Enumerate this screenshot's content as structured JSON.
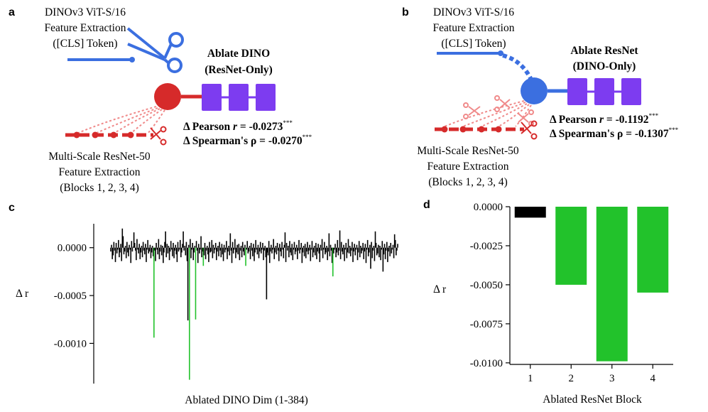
{
  "panels": {
    "a": "a",
    "b": "b",
    "c": "c",
    "d": "d"
  },
  "diagram_a": {
    "dino_line1": "DINOv3 ViT-S/16",
    "dino_line2": "Feature Extraction",
    "dino_line3": "([CLS] Token)",
    "ablate_line1": "Ablate DINO",
    "ablate_line2": "(ResNet-Only)",
    "pearson_prefix": "Δ Pearson ",
    "pearson_r": "r",
    "pearson_value": " = -0.0273",
    "pearson_sig": "***",
    "spearman_text": "Δ Spearman's ρ = -0.0270",
    "spearman_sig": "***",
    "resnet_line1": "Multi-Scale ResNet-50",
    "resnet_line2": "Feature Extraction",
    "resnet_line3": "(Blocks 1, 2, 3, 4)"
  },
  "diagram_b": {
    "dino_line1": "DINOv3 ViT-S/16",
    "dino_line2": "Feature Extraction",
    "dino_line3": "([CLS] Token)",
    "ablate_line1": "Ablate ResNet",
    "ablate_line2": "(DINO-Only)",
    "pearson_prefix": "Δ Pearson ",
    "pearson_r": "r",
    "pearson_value": " = -0.1192",
    "pearson_sig": "***",
    "spearman_text": "Δ Spearman's ρ = -0.1307",
    "spearman_sig": "***",
    "resnet_line1": "Multi-Scale ResNet-50",
    "resnet_line2": "Feature Extraction",
    "resnet_line3": "(Blocks 1, 2, 3, 4)"
  },
  "colors": {
    "dino_blue": "#3b6fe0",
    "resnet_red": "#d62a2a",
    "resnet_light": "#f08a8a",
    "purple": "#7d3cf0",
    "green": "#22c22b",
    "black": "#000000"
  },
  "chart_data": [
    {
      "panel": "c",
      "type": "bar",
      "xlabel": "Ablated DINO Dim (1-384)",
      "ylabel": "Δ r",
      "ylim": [
        -0.00142,
        0.00025
      ],
      "yticks": [
        0.0,
        -0.0005,
        -0.001
      ],
      "ytick_labels": [
        "0.0000",
        "-0.0005",
        "-0.0010"
      ],
      "x_range": [
        1,
        384
      ],
      "series": [
        {
          "color": "#000000",
          "values": [
            -4e-05,
            3e-05,
            -0.00012,
            -8e-05,
            6e-05,
            -3e-05,
            -0.00015,
            5e-05,
            -6e-05,
            -2e-05,
            8e-05,
            -0.0001,
            -5e-05,
            4e-05,
            -0.00014,
            -3e-05,
            0.00012,
            -7e-05,
            -4e-05,
            2e-05,
            -0.00011,
            6e-05,
            -5e-05,
            -9e-05,
            3e-05,
            -2e-05,
            -0.00016,
            7e-05,
            -4e-05,
            1e-05,
            -8e-05,
            5e-05,
            -3e-05,
            -0.00013,
            9e-05,
            -2e-05,
            -6e-05,
            4e-05,
            -0.00012,
            -5e-05,
            2e-05,
            -0.0001,
            6e-05,
            -3e-05,
            -7e-05,
            4e-05,
            -0.00015,
            -2e-05,
            8e-05,
            -6e-05,
            -4e-05,
            3e-05,
            -0.00011,
            -5e-05,
            2e-05,
            -9e-05,
            6e-05,
            -3e-05,
            -0.00014,
            5e-05,
            -2e-05,
            -7e-05,
            9e-05,
            -0.00012,
            -4e-05,
            3e-05,
            -8e-05,
            2e-05,
            -0.00016,
            -5e-05,
            6e-05,
            -3e-05,
            -0.0001,
            4e-05,
            -6e-05,
            2e-05,
            -0.00013,
            -4e-05,
            7e-05,
            -2e-05,
            -9e-05,
            5e-05,
            -0.00011,
            -3e-05,
            3e-05,
            -7e-05,
            -0.00015,
            6e-05,
            -4e-05,
            -2e-05,
            8e-05,
            -0.0001,
            -5e-05,
            4e-05,
            -0.00012,
            -3e-05,
            2e-05,
            -8e-05,
            6e-05,
            -0.00014,
            -4e-05,
            3e-05,
            -6e-05,
            9e-05,
            -0.00011,
            -2e-05,
            5e-05,
            -0.00013,
            -5e-05,
            2e-05,
            -9e-05,
            7e-05,
            -3e-05,
            -0.00016,
            4e-05,
            -6e-05,
            -2e-05,
            0.00012,
            -0.0001,
            -4e-05,
            3e-05,
            -8e-05,
            5e-05,
            -0.00012,
            -3e-05,
            2e-05,
            -7e-05,
            -0.00015,
            6e-05,
            -5e-05,
            -4e-05,
            8e-05,
            -0.00011,
            3e-05,
            -6e-05,
            -2e-05,
            5e-05,
            -0.00013,
            -4e-05,
            2e-05,
            -9e-05,
            6e-05,
            -3e-05,
            -0.0001,
            4e-05,
            -7e-05,
            -0.00014,
            3e-05,
            -5e-05,
            -2e-05,
            7e-05,
            -0.00012,
            -4e-05,
            2e-05,
            -8e-05,
            5e-05,
            -3e-05,
            -0.00016,
            6e-05,
            -6e-05,
            -2e-05,
            9e-05,
            -0.00011,
            -5e-05,
            3e-05,
            -7e-05,
            4e-05,
            -0.00013,
            -3e-05,
            2e-05,
            -0.0001,
            6e-05,
            -4e-05,
            -8e-05,
            3e-05,
            -0.00015,
            -2e-05,
            7e-05,
            -6e-05,
            -4e-05,
            2e-05,
            -0.00012,
            5e-05,
            -3e-05,
            -9e-05,
            4e-05,
            -0.00014,
            -5e-05,
            8e-05,
            -2e-05,
            -7e-05,
            3e-05,
            -0.00011,
            -4e-05,
            6e-05,
            -6e-05,
            -2e-05,
            5e-05,
            -0.00013,
            -3e-05,
            2e-05,
            -0.0001,
            4e-05,
            -5e-05,
            -8e-05,
            7e-05,
            -0.00016,
            -4e-05,
            3e-05,
            -6e-05,
            -2e-05,
            9e-05,
            -0.00012,
            -5e-05,
            2e-05,
            -7e-05,
            5e-05,
            -3e-05,
            -0.00014,
            4e-05,
            -4e-05,
            -9e-05,
            6e-05,
            -2e-05,
            -0.00011,
            3e-05,
            -6e-05,
            -0.00015,
            5e-05,
            -3e-05,
            2e-05,
            -0.0001,
            7e-05,
            -5e-05,
            -8e-05,
            4e-05,
            -0.00013,
            -2e-05,
            6e-05,
            -7e-05,
            -4e-05,
            3e-05,
            -0.00012,
            -3e-05,
            8e-05,
            -6e-05,
            -2e-05,
            5e-05,
            -0.00016,
            -5e-05,
            2e-05,
            -9e-05,
            4e-05,
            -0.00011,
            -4e-05,
            6e-05,
            -7e-05,
            -3e-05,
            3e-05,
            -0.00014,
            -2e-05,
            7e-05,
            -0.0001,
            -5e-05,
            2e-05,
            -8e-05,
            5e-05,
            -0.00012,
            -4e-05,
            4e-05,
            -6e-05,
            -0.00015,
            3e-05,
            -3e-05,
            9e-05,
            -0.00011,
            -2e-05,
            6e-05,
            -7e-05,
            -5e-05,
            2e-05,
            -0.00013,
            -4e-05,
            5e-05,
            -9e-05,
            3e-05,
            -3e-05,
            -0.00016,
            7e-05,
            -6e-05,
            -2e-05,
            4e-05,
            -0.0001,
            -5e-05,
            8e-05,
            -8e-05,
            -3e-05,
            2e-05,
            -0.00012,
            6e-05,
            -4e-05,
            -7e-05,
            3e-05,
            -0.00014,
            -2e-05,
            5e-05,
            -0.00011,
            -5e-05,
            9e-05,
            -6e-05,
            2e-05,
            -9e-05,
            -3e-05,
            6e-05,
            -0.00015,
            -4e-05,
            4e-05,
            -8e-05,
            -2e-05,
            3e-05,
            -0.00013,
            -5e-05,
            7e-05,
            -0.0001,
            2e-05,
            -6e-05,
            -3e-05,
            5e-05,
            -0.00012,
            -4e-05,
            4e-05,
            -0.00016,
            -2e-05,
            8e-05,
            -9e-05,
            -5e-05,
            3e-05,
            -7e-05,
            6e-05,
            -0.00011,
            -3e-05,
            2e-05,
            -0.00014,
            -4e-05,
            5e-05,
            -8e-05,
            -6e-05,
            3e-05,
            -0.0001,
            2e-05,
            -0.00013,
            -2e-05,
            7e-05,
            -5e-05,
            -7e-05,
            4e-05,
            -0.00012,
            -3e-05,
            6e-05,
            -0.00015,
            -4e-05,
            2e-05,
            -9e-05,
            5e-05,
            -6e-05,
            -2e-05,
            3e-05,
            -0.00011,
            -5e-05,
            8e-05,
            -8e-05,
            -3e-05,
            4e-05
          ]
        }
      ],
      "overrides": [
        {
          "index": 15,
          "value": 0.0002,
          "color": "#000000"
        },
        {
          "index": 30,
          "value": 0.00016,
          "color": "#000000"
        },
        {
          "index": 56,
          "value": -0.00094,
          "color": "#22c22b"
        },
        {
          "index": 71,
          "value": 0.00017,
          "color": "#000000"
        },
        {
          "index": 94,
          "value": 0.00017,
          "color": "#000000"
        },
        {
          "index": 100,
          "value": -0.00076,
          "color": "#000000"
        },
        {
          "index": 102,
          "value": -0.00138,
          "color": "#22c22b"
        },
        {
          "index": 110,
          "value": -0.00075,
          "color": "#22c22b"
        },
        {
          "index": 120,
          "value": -0.00019,
          "color": "#22c22b"
        },
        {
          "index": 155,
          "value": 0.00015,
          "color": "#000000"
        },
        {
          "index": 175,
          "value": -0.00019,
          "color": "#22c22b"
        },
        {
          "index": 202,
          "value": -0.00054,
          "color": "#000000"
        },
        {
          "index": 226,
          "value": 0.00016,
          "color": "#000000"
        },
        {
          "index": 283,
          "value": 0.00015,
          "color": "#000000"
        },
        {
          "index": 288,
          "value": -0.0003,
          "color": "#22c22b"
        },
        {
          "index": 297,
          "value": 0.00018,
          "color": "#000000"
        },
        {
          "index": 337,
          "value": -0.00022,
          "color": "#000000"
        },
        {
          "index": 343,
          "value": 0.00017,
          "color": "#000000"
        },
        {
          "index": 353,
          "value": -0.00025,
          "color": "#000000"
        },
        {
          "index": 368,
          "value": 0.00014,
          "color": "#000000"
        }
      ]
    },
    {
      "panel": "d",
      "type": "bar",
      "categories": [
        "1",
        "2",
        "3",
        "4"
      ],
      "values": [
        -0.0007,
        -0.005,
        -0.0099,
        -0.0055
      ],
      "colors": [
        "#000000",
        "#22c22b",
        "#22c22b",
        "#22c22b"
      ],
      "xlabel": "Ablated ResNet Block",
      "ylabel": "Δ r",
      "ylim": [
        -0.0101,
        0.0
      ],
      "yticks": [
        0.0,
        -0.0025,
        -0.005,
        -0.0075,
        -0.01
      ],
      "ytick_labels": [
        "0.0000",
        "-0.0025",
        "-0.0050",
        "-0.0075",
        "-0.0100"
      ]
    }
  ]
}
